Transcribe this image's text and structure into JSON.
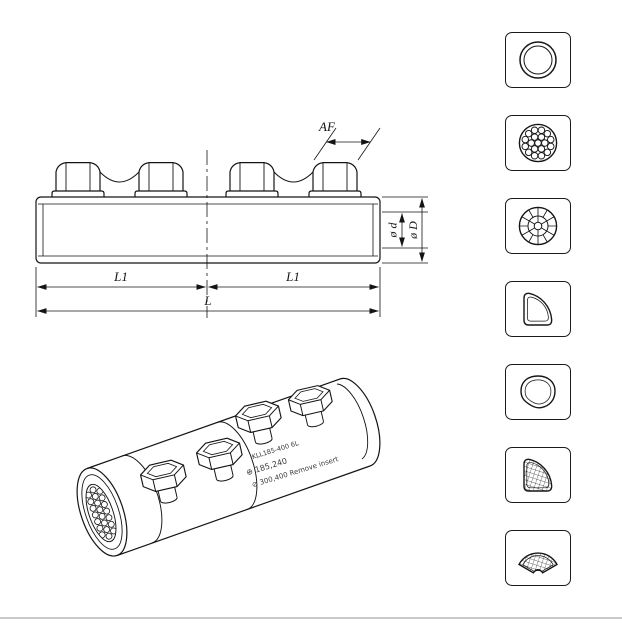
{
  "canvas": {
    "background": "#ffffff",
    "line_color": "#141414",
    "edge_line_color": "#c9c9c9"
  },
  "technical_view": {
    "name": "shear-bolt-connector-side-view",
    "dims": {
      "af": "AF",
      "inner_diameter": "ø d",
      "outer_diameter": "ø D",
      "half_length_left": "L1",
      "half_length_right": "L1",
      "total_length": "L"
    }
  },
  "iso_view": {
    "name": "shear-bolt-connector-3d-view",
    "markings": {
      "model": "KLL185-400 6L",
      "round_range": "⊕ 185,240",
      "sector_range": "⊘ 300,400 Remove insert"
    }
  },
  "conductor_panel": {
    "items": [
      {
        "icon": "round-solid-conductor-icon"
      },
      {
        "icon": "round-stranded-conductor-icon"
      },
      {
        "icon": "round-compacted-conductor-icon"
      },
      {
        "icon": "sector-solid-conductor-icon"
      },
      {
        "icon": "shaped-solid-conductor-icon"
      },
      {
        "icon": "sector-stranded-conductor-icon"
      },
      {
        "icon": "fan-stranded-conductor-icon"
      }
    ]
  }
}
